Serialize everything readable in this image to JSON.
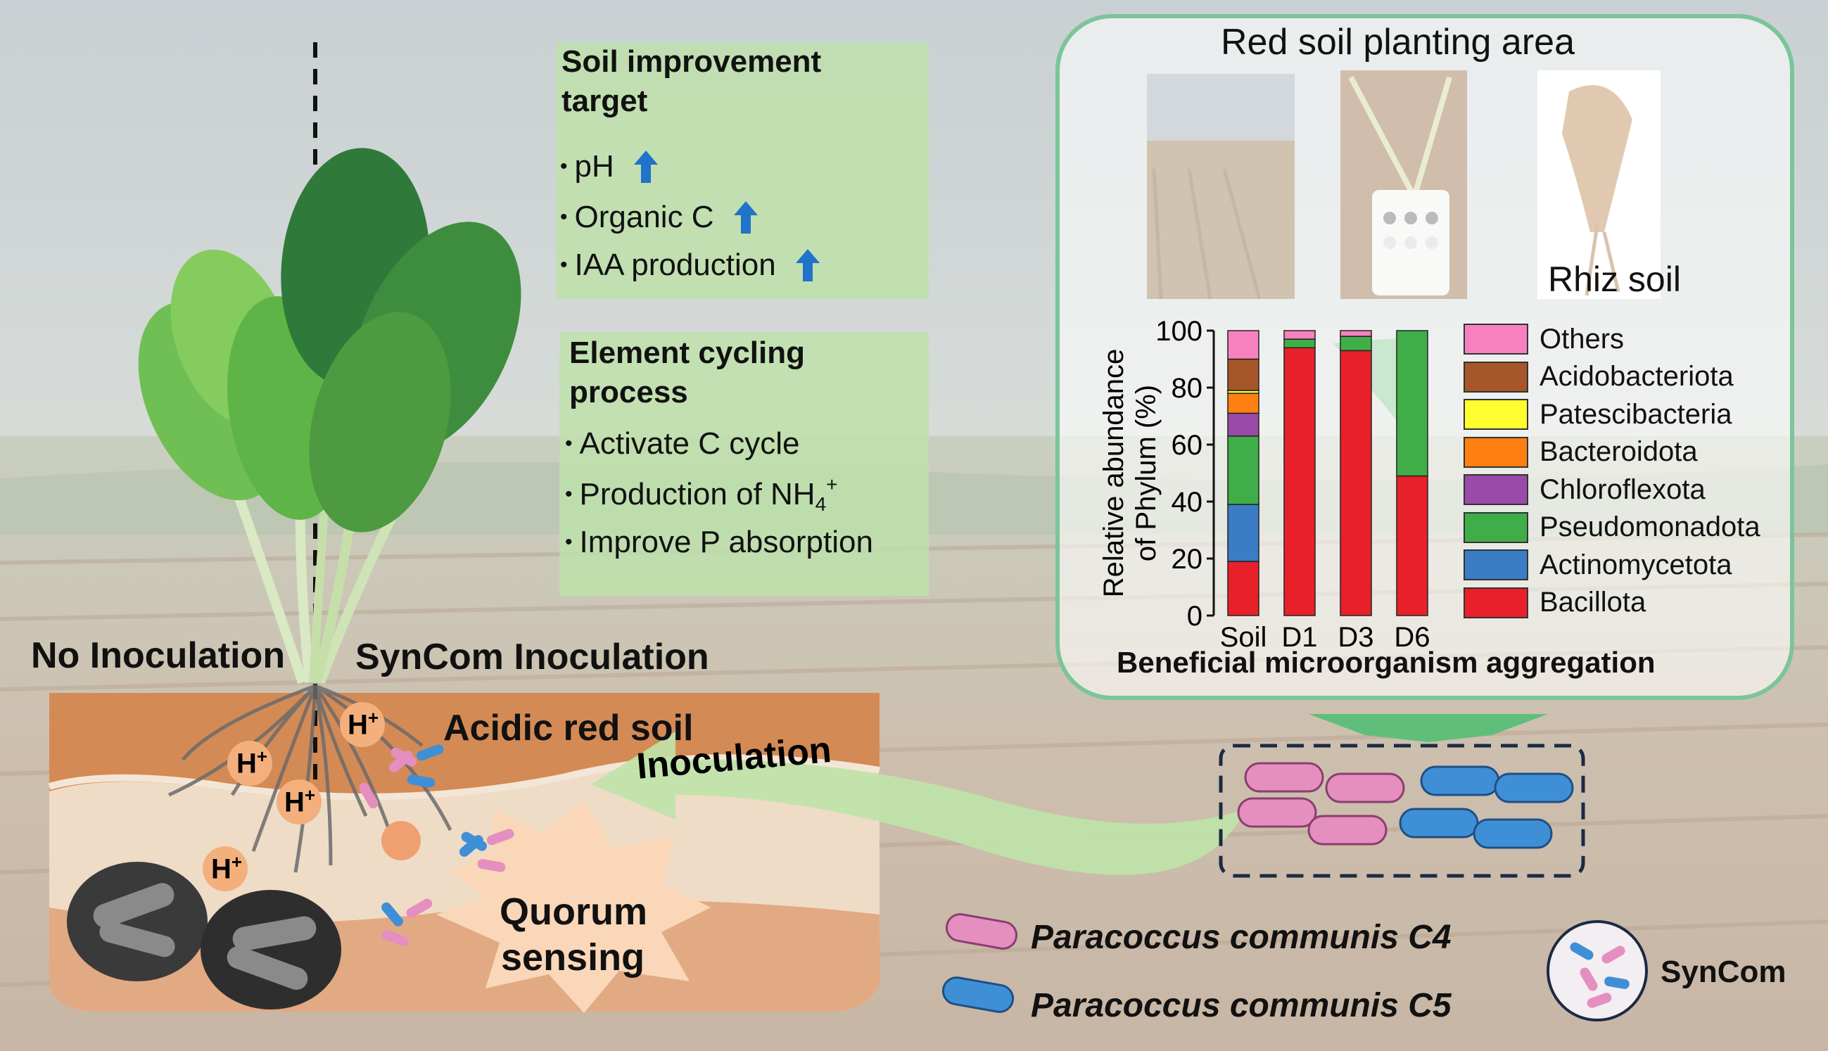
{
  "soil_target": {
    "title": "Soil improvement\ntarget",
    "items": [
      "pH",
      "Organic C",
      "IAA production"
    ]
  },
  "element_cycling": {
    "title": "Element cycling\nprocess",
    "items": [
      "Activate C cycle",
      "Production of NH",
      "Improve P absorption"
    ],
    "nh_sub": "4",
    "nh_sup": "+"
  },
  "labels": {
    "no_inoculation": "No Inoculation",
    "syncom_inoculation": "SynCom Inoculation",
    "acidic_red_soil": "Acidic red soil",
    "inoculation": "Inoculation",
    "quorum": "Quorum",
    "sensing": "sensing",
    "h_plus": "H",
    "h_sup": "+",
    "red_soil_area": "Red soil planting area",
    "rhiz_soil": "Rhiz soil",
    "aggregation": "Beneficial microorganism aggregation",
    "c4": "Paracoccus communis C4",
    "c5": "Paracoccus communis C5",
    "syncom": "SynCom"
  },
  "colors": {
    "box_green": "#bfe1aa",
    "frame_green": "#7cc49a",
    "soil_top": "#d48a55",
    "soil_mid": "#efdcc6",
    "soil_bottom": "#e2aa83",
    "h_circle": "#f3b07d",
    "arrow_blue": "#1f73c9",
    "c4_pink": "#e58ec0",
    "c5_blue": "#3f8fd6"
  },
  "chart_data": {
    "type": "bar",
    "stacked": true,
    "categories": [
      "Soil",
      "D1",
      "D3",
      "D6"
    ],
    "ylabel": "Relative abundance of Phylum (%)",
    "ylabel_lines": [
      "Relative abundance",
      "of Phylum (%)"
    ],
    "ylim": [
      0,
      100
    ],
    "yticks": [
      "0",
      "20",
      "40",
      "60",
      "80",
      "100"
    ],
    "series": [
      {
        "name": "Bacillota",
        "color": "#e8202a",
        "values": [
          19,
          94,
          93,
          49
        ]
      },
      {
        "name": "Actinomycetota",
        "color": "#3a7dc4",
        "values": [
          20,
          0,
          0,
          0
        ]
      },
      {
        "name": "Pseudomonadota",
        "color": "#40ae48",
        "values": [
          24,
          3,
          5,
          51
        ]
      },
      {
        "name": "Chloroflexota",
        "color": "#9a4aa8",
        "values": [
          8,
          0,
          0,
          0
        ]
      },
      {
        "name": "Bacteroidota",
        "color": "#ff7f10",
        "values": [
          7,
          0,
          0,
          0
        ]
      },
      {
        "name": "Patescibacteria",
        "color": "#ffff30",
        "values": [
          1,
          0,
          0,
          0
        ]
      },
      {
        "name": "Acidobacteriota",
        "color": "#a65628",
        "values": [
          11,
          0,
          0,
          0
        ]
      },
      {
        "name": "Others",
        "color": "#f781bf",
        "values": [
          10,
          3,
          2,
          0
        ]
      }
    ],
    "legend_order": [
      "Others",
      "Acidobacteriota",
      "Patescibacteria",
      "Bacteroidota",
      "Chloroflexota",
      "Pseudomonadota",
      "Actinomycetota",
      "Bacillota"
    ]
  }
}
